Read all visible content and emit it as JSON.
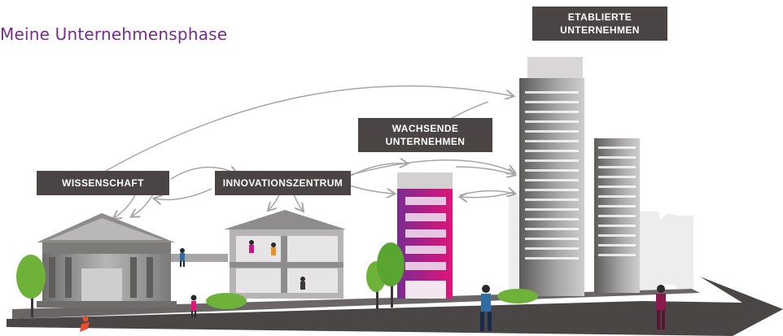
{
  "title": "Meine Unternehmensphase",
  "labels": {
    "wissenschaft": "WISSENSCHAFT",
    "innovationszentrum": "INNOVATIONSZENTRUM",
    "wachsende_line1": "WACHSENDE",
    "wachsende_line2": "UNTERNEHMEN",
    "etablierte_line1": "ETABLIERTE",
    "etablierte_line2": "UNTERNEHMEN"
  },
  "colors": {
    "title": "#7a2b8f",
    "label_bg": "#4a4444",
    "label_text": "#ffffff",
    "arrow": "#a7a5a5",
    "building_gray": "#8e8c8c",
    "road": "#4b4646",
    "accent_magenta": "#c8148a",
    "accent_purple": "#7a2b8f",
    "tree_green": "#6fb23a"
  },
  "icons": [
    "person-icon",
    "tree-icon",
    "bush-icon",
    "skyscraper-icon",
    "museum-building-icon",
    "office-building-icon"
  ]
}
